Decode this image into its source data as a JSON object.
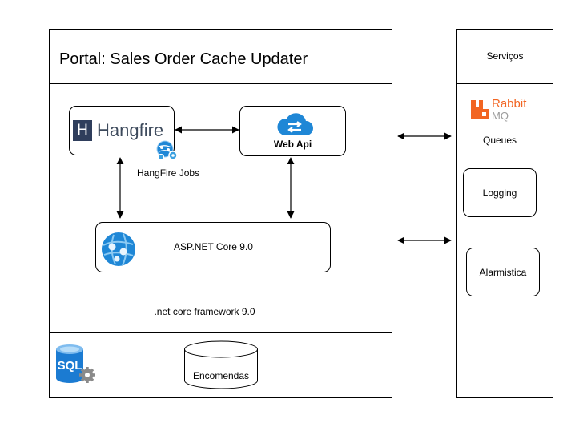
{
  "portal": {
    "title": "Portal: Sales Order Cache Updater",
    "hangfire_logo_text": "Hangfire",
    "hangfire_logo_letter": "H",
    "hangfire_jobs_label": "HangFire Jobs",
    "webapi_label": "Web Api",
    "aspnet_label": "ASP.NET Core 9.0",
    "framework_label": ".net core framework 9.0",
    "sql_logo_text": "SQL",
    "db_label": "Encomendas"
  },
  "services": {
    "header": "Serviços",
    "rabbit_logo_line1": "Rabbit",
    "rabbit_logo_line2": "MQ",
    "queues_label": "Queues",
    "logging_label": "Logging",
    "alarm_label": "Alarmistica"
  },
  "colors": {
    "hangfire_navy": "#2f3e5c",
    "azure_blue": "#1f87d6",
    "rabbit_orange": "#f26522",
    "sql_blue": "#1b7bd2"
  }
}
